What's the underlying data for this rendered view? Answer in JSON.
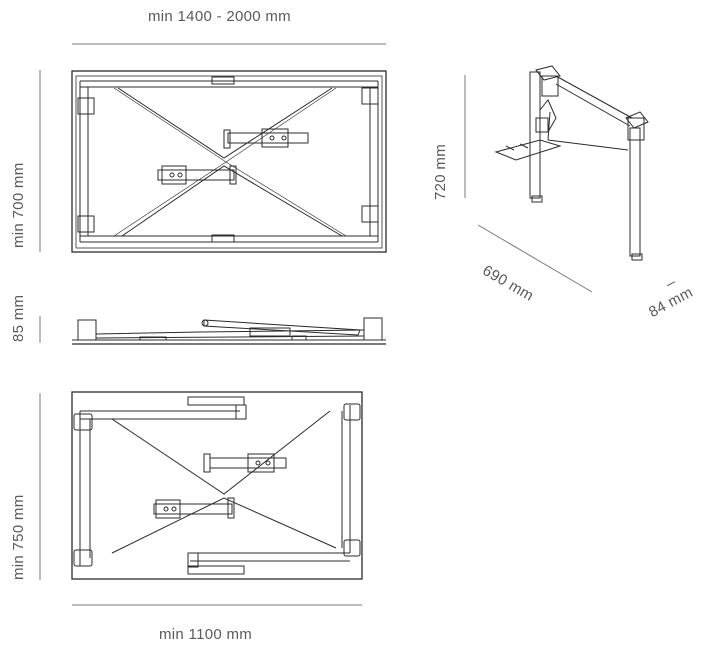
{
  "labels": {
    "top_width": "min 1400 - 2000 mm",
    "top_depth": "min 700 mm",
    "side_height": "85 mm",
    "bottom_depth": "min 750 mm",
    "bottom_width": "min 1100 mm",
    "leg_height": "720 mm",
    "leg_depth": "690 mm",
    "leg_width": "84 mm",
    "leg_width_mark": "_"
  },
  "colors": {
    "line": "#2b2b2b",
    "dim_line": "#7a7a7a",
    "text": "#5a5a5a"
  }
}
